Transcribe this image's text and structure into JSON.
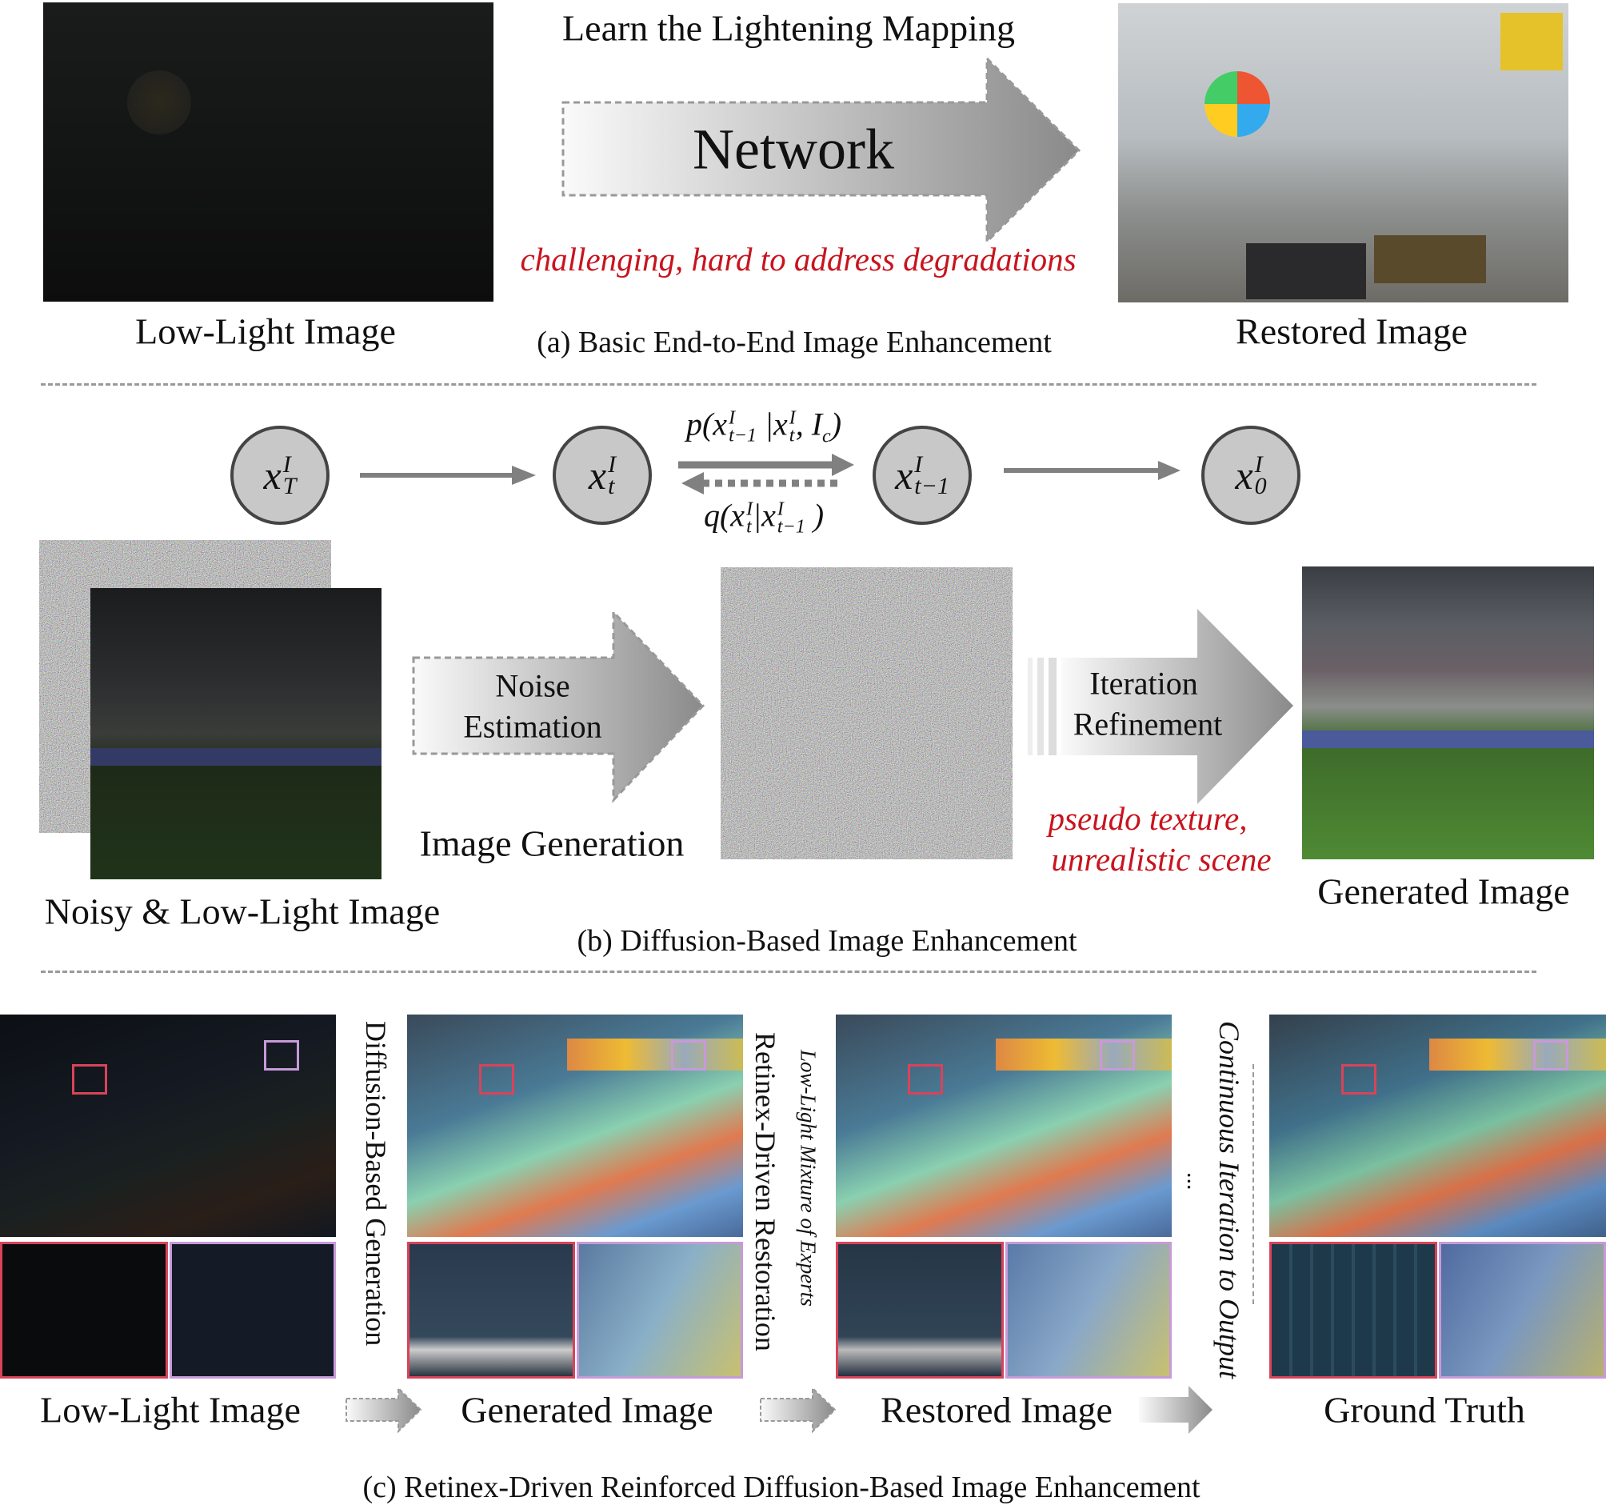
{
  "section_a": {
    "title": "Learn the Lightening Mapping",
    "network_label": "Network",
    "challenge_note": "challenging, hard to address degradations",
    "input_label": "Low-Light Image",
    "output_label": "Restored Image",
    "caption": "(a)  Basic End-to-End Image Enhancement"
  },
  "section_b": {
    "states": [
      {
        "base": "x",
        "sup": "I",
        "sub": "T"
      },
      {
        "base": "x",
        "sup": "I",
        "sub": "t"
      },
      {
        "base": "x",
        "sup": "I",
        "sub": "t−1"
      },
      {
        "base": "x",
        "sup": "I",
        "sub": "0"
      }
    ],
    "reverse_formula": {
      "fn": "p(",
      "x1": "x",
      "x1_sup": "I",
      "x1_sub": "t−1",
      "mid": " |",
      "x2": "x",
      "x2_sup": "I",
      "x2_sub": "t",
      "comma": ", ",
      "cond": "I",
      "cond_sub": "c",
      "close": ")"
    },
    "forward_formula": {
      "fn": "q(",
      "x1": "x",
      "x1_sup": "I",
      "x1_sub": "t",
      "mid": "|",
      "x2": "x",
      "x2_sup": "I",
      "x2_sub": "t−1",
      "close": " )"
    },
    "noise_label_line1": "Noise",
    "noise_label_line2": "Estimation",
    "generation_label": "Image Generation",
    "iteration_line1": "Iteration",
    "iteration_line2": "Refinement",
    "issue_line1": "pseudo texture,",
    "issue_line2": "unrealistic scene",
    "input_label": "Noisy & Low-Light Image",
    "output_label": "Generated Image",
    "caption": "(b) Diffusion-Based Image Enhancement"
  },
  "section_c": {
    "step1": "Diffusion-Based Generation",
    "step2": "Retinex-Driven Restoration",
    "step2_sub": "Low-Light Mixture of Experts",
    "ellipsis": "...",
    "step3": "Continuous Iteration to Output",
    "labels": [
      "Low-Light Image",
      "Generated Image",
      "Restored Image",
      "Ground Truth"
    ],
    "caption": "(c) Retinex-Driven Reinforced Diffusion-Based Image Enhancement",
    "colors": {
      "red_box": "#d9435a",
      "pink_box": "#c89ad8"
    }
  }
}
